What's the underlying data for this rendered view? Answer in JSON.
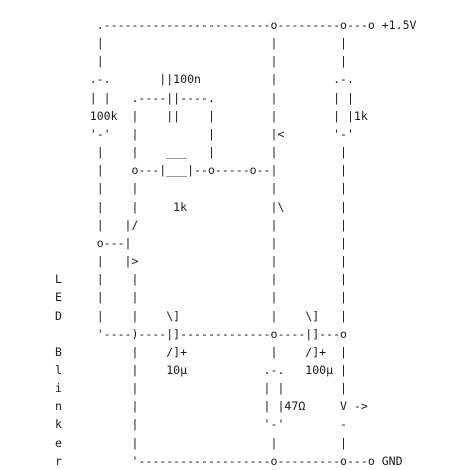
{
  "circuit": {
    "lines": [
      "      .------------------------o---------o---o +1.5V",
      "      |                        |         |",
      "      |                        |         |",
      "     .-.       ||100n          |        .-.",
      "     | |   .----||----.        |        | |",
      "     100k  |    ||    |        |        | |1k",
      "     '-'   |          |        |<       '-'",
      "      |    |    ___   |        |         |",
      "      |    o---|___|--o-----o--|         |",
      "      |    |                   |         |",
      "      |    |     1k            |\\        |",
      "      |   |/                   |         |",
      "      o---|                    |         |",
      "      |   |>                   |         |",
      "L     |    |                   |         |",
      "E     |    |                   |         |",
      "D     |    |    \\]             |    \\]   |",
      "      '----)----|]-------------o----|]---o",
      "B          |    /]+            |    /]+  |",
      "l          |    10µ           .-.   100µ |",
      "i          |                  | |        |",
      "n          |                  | |47Ω     V ->",
      "k          |                  '-'        -",
      "e          |                   |         |",
      "r          '-------------------o---------o---o GND"
    ]
  }
}
